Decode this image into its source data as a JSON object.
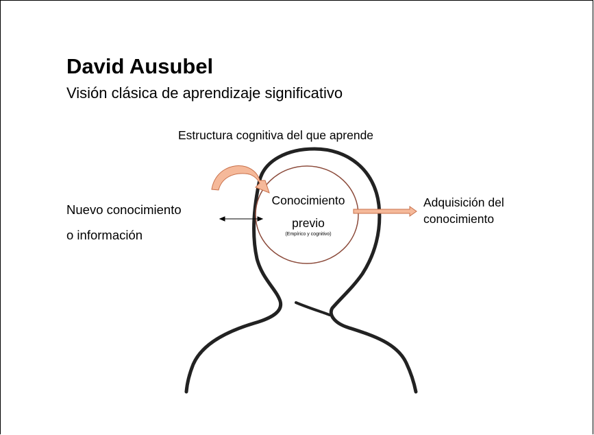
{
  "title": "David Ausubel",
  "subtitle": "Visión clásica de aprendizaje significativo",
  "structure_label": "Estructura cognitiva del que aprende",
  "new_knowledge": {
    "line1": "Nuevo conocimiento",
    "line2": "o información"
  },
  "prior_knowledge": {
    "line1": "Conocimiento",
    "line2": "previo",
    "note": "(Empírico y cognitivo)"
  },
  "acquisition": {
    "line1": "Adquisición del",
    "line2": "conocimiento"
  },
  "colors": {
    "arrow_fill": "#f5b99a",
    "arrow_stroke": "#c8704a",
    "circle_stroke": "#8b4a3a",
    "head_stroke": "#222222"
  }
}
